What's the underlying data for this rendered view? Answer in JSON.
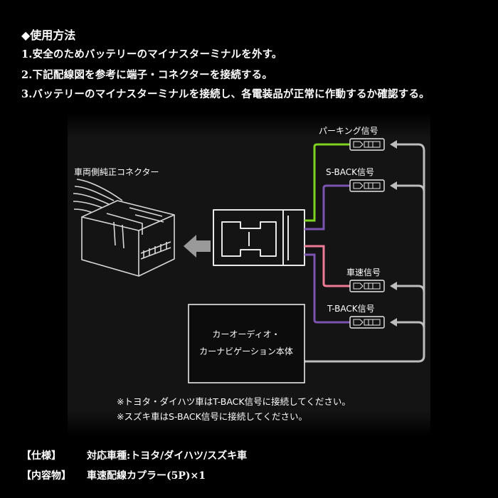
{
  "instructions": {
    "heading": "◆使用方法",
    "steps": [
      "1.安全のためバッテリーのマイナスターミナルを外す。",
      "2.下記配線図を参考に端子・コネクターを接続する。",
      "3.バッテリーのマイナスターミナルを接続し、各電装品が正常に作動するか確認する。"
    ]
  },
  "diagram": {
    "vehicle_connector_label": "車両側純正コネクター",
    "signals": [
      {
        "label": "パーキング信号",
        "wire_color": "#7ed321"
      },
      {
        "label": "S-BACK信号",
        "wire_color": "#7a54b0"
      },
      {
        "label": "車速信号",
        "wire_color": "#ee7a93"
      },
      {
        "label": "T-BACK信号",
        "wire_color": "#7a54b0"
      }
    ],
    "head_unit": {
      "line1": "カーオーディオ・",
      "line2": "カーナビゲーション本体"
    },
    "notes": [
      "※トヨタ・ダイハツ車はT-BACK信号に接続してください。",
      "※スズキ車はS-BACK信号に接続してください。"
    ],
    "feed_wire_color": "#bdbdbd",
    "background_color": "#141414"
  },
  "specs": [
    {
      "label": "【仕様】",
      "value": "対応車種:トヨタ/ダイハツ/スズキ車"
    },
    {
      "label": "【内容物】",
      "value": "車速配線カプラー(5P)×1"
    }
  ]
}
